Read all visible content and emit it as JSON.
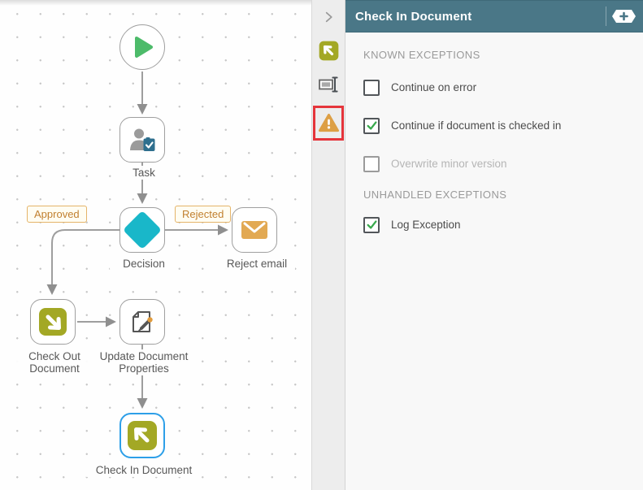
{
  "canvas": {
    "nodes": {
      "start": {
        "label": "",
        "icon": "play-icon"
      },
      "task": {
        "label": "Task",
        "icon": "user-task-icon"
      },
      "decision": {
        "label": "Decision",
        "icon": "diamond-icon"
      },
      "reject_email": {
        "label": "Reject email",
        "icon": "envelope-icon"
      },
      "check_out": {
        "label": "Check Out\nDocument",
        "icon": "check-out-icon"
      },
      "update_props": {
        "label": "Update Document\nProperties",
        "icon": "document-edit-icon"
      },
      "check_in": {
        "label": "Check In Document",
        "icon": "check-in-icon",
        "selected": true
      }
    },
    "branch_labels": {
      "approved": "Approved",
      "rejected": "Rejected"
    }
  },
  "icon_strip": {
    "collapse": "chevron-right-icon",
    "tabs": [
      "check-in-step-icon",
      "text-field-icon",
      "warning-icon"
    ],
    "highlighted_tab": "warning-icon"
  },
  "panel": {
    "title": "Check In Document",
    "add_button": "add-badge-icon",
    "sections": [
      {
        "title": "KNOWN EXCEPTIONS",
        "items": [
          {
            "label": "Continue on error",
            "checked": false,
            "disabled": false
          },
          {
            "label": "Continue if document is checked in",
            "checked": true,
            "disabled": false
          },
          {
            "label": "Overwrite minor version",
            "checked": false,
            "disabled": true
          }
        ]
      },
      {
        "title": "UNHANDLED EXCEPTIONS",
        "items": [
          {
            "label": "Log Exception",
            "checked": true,
            "disabled": false
          }
        ]
      }
    ]
  },
  "colors": {
    "header_teal": "#4a7787",
    "olive_green": "#a3a825",
    "warning_orange": "#dd9f44",
    "highlight_red": "#e5353b",
    "diamond_teal": "#19b7c9",
    "play_green": "#4dbb6a",
    "check_green": "#38a94c",
    "envelope_orange": "#e2a953",
    "selection_blue": "#2d9fe8",
    "branch_label_orange": "#c1802f"
  }
}
